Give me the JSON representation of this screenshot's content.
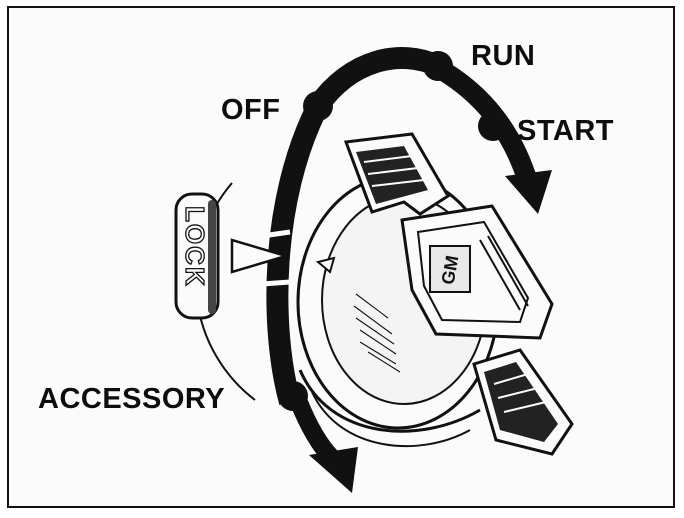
{
  "labels": {
    "run": "RUN",
    "start": "START",
    "off": "OFF",
    "lock": "LOCK",
    "accessory": "ACCESSORY"
  },
  "key_head_text": "GM",
  "colors": {
    "ink": "#111111",
    "paper": "#fbfbfb"
  }
}
